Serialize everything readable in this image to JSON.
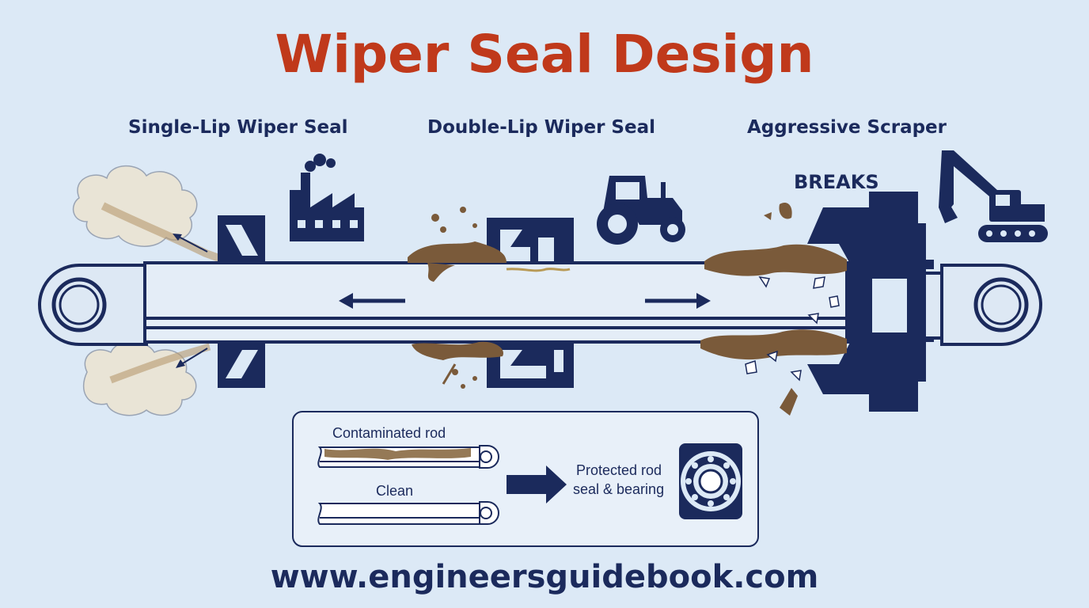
{
  "title": "Wiper Seal Design",
  "seals": {
    "single": "Single-Lip Wiper Seal",
    "double": "Double-Lip Wiper Seal",
    "aggressive": "Aggressive Scraper"
  },
  "breaks_label": "BREAKS",
  "inset": {
    "contaminated": "Contaminated rod",
    "clean": "Clean",
    "protected_line1": "Protected rod",
    "protected_line2": "seal & bearing"
  },
  "icons": [
    "factory-icon",
    "tractor-icon",
    "excavator-icon",
    "bearing-icon"
  ],
  "colors": {
    "navy": "#1b2a5c",
    "title_red": "#c0391b",
    "dirt_brown": "#7a5a3a",
    "background": "#dce9f6"
  },
  "footer": "www.engineersguidebook.com"
}
